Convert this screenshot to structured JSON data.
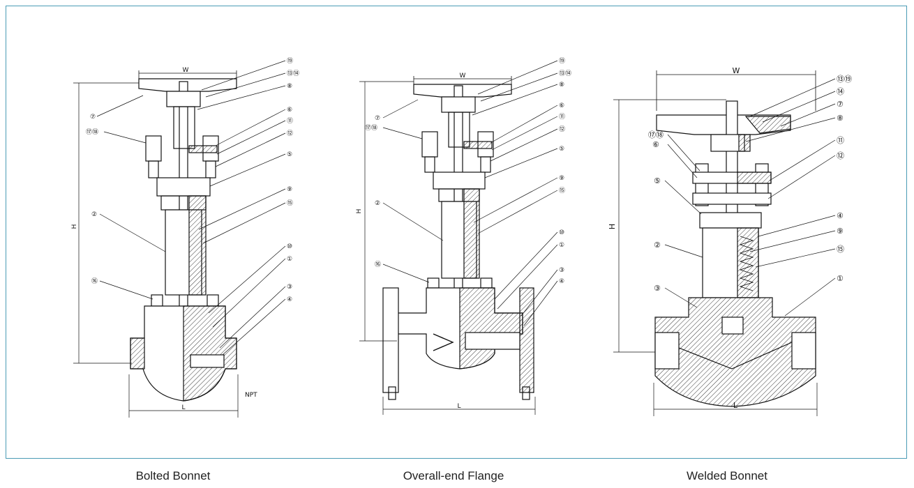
{
  "captions": {
    "bolted": "Bolted Bonnet",
    "flange": "Overall-end Flange",
    "welded": "Welded Bonnet"
  },
  "dims": {
    "w": "W",
    "h": "H",
    "l": "L",
    "npt": "NPT"
  },
  "colors": {
    "frame": "#4a9bb5",
    "line": "#111111"
  },
  "callouts": {
    "bolted": [
      "⑲",
      "⑬⑭",
      "⑧",
      "⑦",
      "⑥",
      "⑪",
      "⑫",
      "⑰⑱",
      "⑤",
      "⑨",
      "⑮",
      "②",
      "⑩",
      "①",
      "⑯",
      "③",
      "④"
    ],
    "flange": [
      "⑲",
      "⑬⑭",
      "⑧",
      "⑦",
      "⑥",
      "⑪",
      "⑫",
      "⑰⑱",
      "⑤",
      "⑨",
      "⑮",
      "②",
      "⑩",
      "①",
      "⑯",
      "③",
      "④"
    ],
    "welded": [
      "⑬⑲",
      "⑭",
      "⑦",
      "⑧",
      "⑰⑱",
      "⑥",
      "⑪",
      "⑫",
      "⑤",
      "④",
      "⑨",
      "②",
      "⑮",
      "③",
      "①"
    ]
  }
}
